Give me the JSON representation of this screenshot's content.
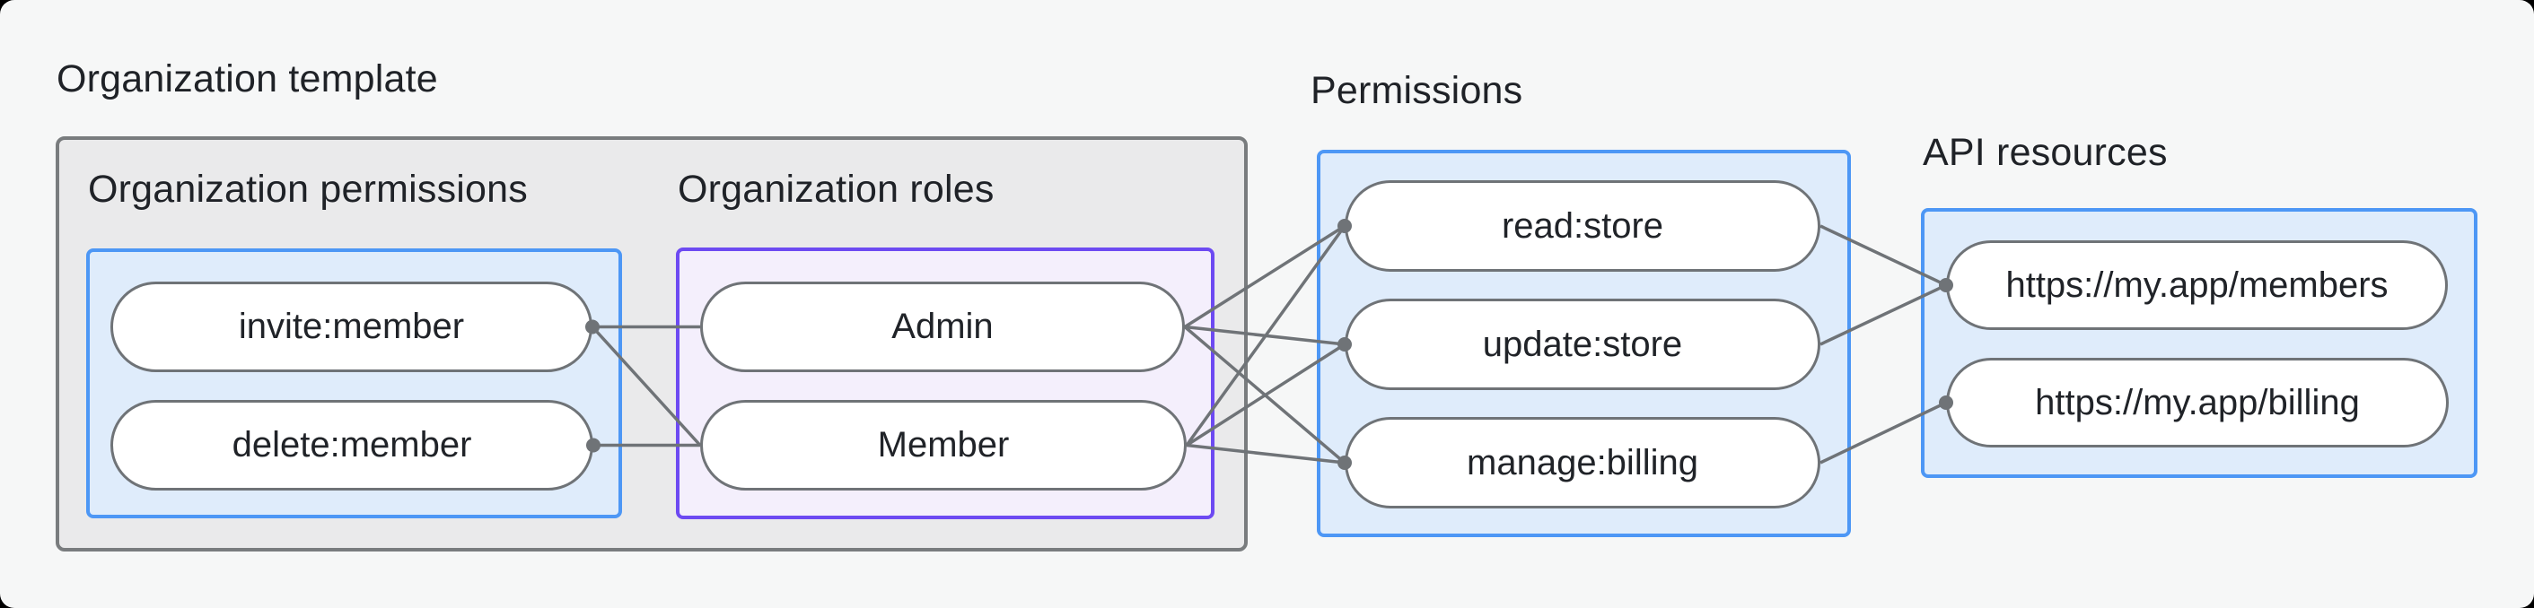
{
  "diagram": {
    "title": "Organization template",
    "colors": {
      "page_background": "#F6F7F7",
      "wire_gray": "#6F7377",
      "outer_box_fill": "#EAEAEB",
      "outer_box_border": "#797C7E",
      "blue_box_fill": "#DFECFB",
      "blue_box_border": "#4D97F5",
      "purple_box_fill": "#F4EFFC",
      "purple_box_border": "#6D4AF2",
      "text": "#1F2227"
    },
    "groups": {
      "org_template": {
        "label": "Organization template"
      },
      "org_permissions": {
        "label": "Organization permissions"
      },
      "org_roles": {
        "label": "Organization roles"
      },
      "permissions": {
        "label": "Permissions"
      },
      "api_resources": {
        "label": "API resources"
      }
    },
    "nodes": {
      "invite": {
        "label": "invite:member",
        "group": "org_permissions"
      },
      "delete": {
        "label": "delete:member",
        "group": "org_permissions"
      },
      "admin": {
        "label": "Admin",
        "group": "org_roles"
      },
      "member": {
        "label": "Member",
        "group": "org_roles"
      },
      "read": {
        "label": "read:store",
        "group": "permissions"
      },
      "update": {
        "label": "update:store",
        "group": "permissions"
      },
      "manage": {
        "label": "manage:billing",
        "group": "permissions"
      },
      "members_api": {
        "label": "https://my.app/members",
        "group": "api_resources"
      },
      "billing_api": {
        "label": "https://my.app/billing",
        "group": "api_resources"
      }
    },
    "connections": [
      {
        "from": "invite",
        "to": "admin"
      },
      {
        "from": "invite",
        "to": "member"
      },
      {
        "from": "delete",
        "to": "member"
      },
      {
        "from": "admin",
        "to": "read"
      },
      {
        "from": "admin",
        "to": "update"
      },
      {
        "from": "admin",
        "to": "manage"
      },
      {
        "from": "member",
        "to": "read"
      },
      {
        "from": "member",
        "to": "update"
      },
      {
        "from": "member",
        "to": "manage"
      },
      {
        "from": "read",
        "to": "members_api"
      },
      {
        "from": "update",
        "to": "members_api"
      },
      {
        "from": "manage",
        "to": "billing_api"
      }
    ],
    "connector_dots": [
      {
        "node": "invite",
        "side": "right"
      },
      {
        "node": "delete",
        "side": "right"
      },
      {
        "node": "read",
        "side": "left"
      },
      {
        "node": "update",
        "side": "left"
      },
      {
        "node": "manage",
        "side": "left"
      },
      {
        "node": "members_api",
        "side": "left"
      },
      {
        "node": "billing_api",
        "side": "left"
      }
    ]
  }
}
